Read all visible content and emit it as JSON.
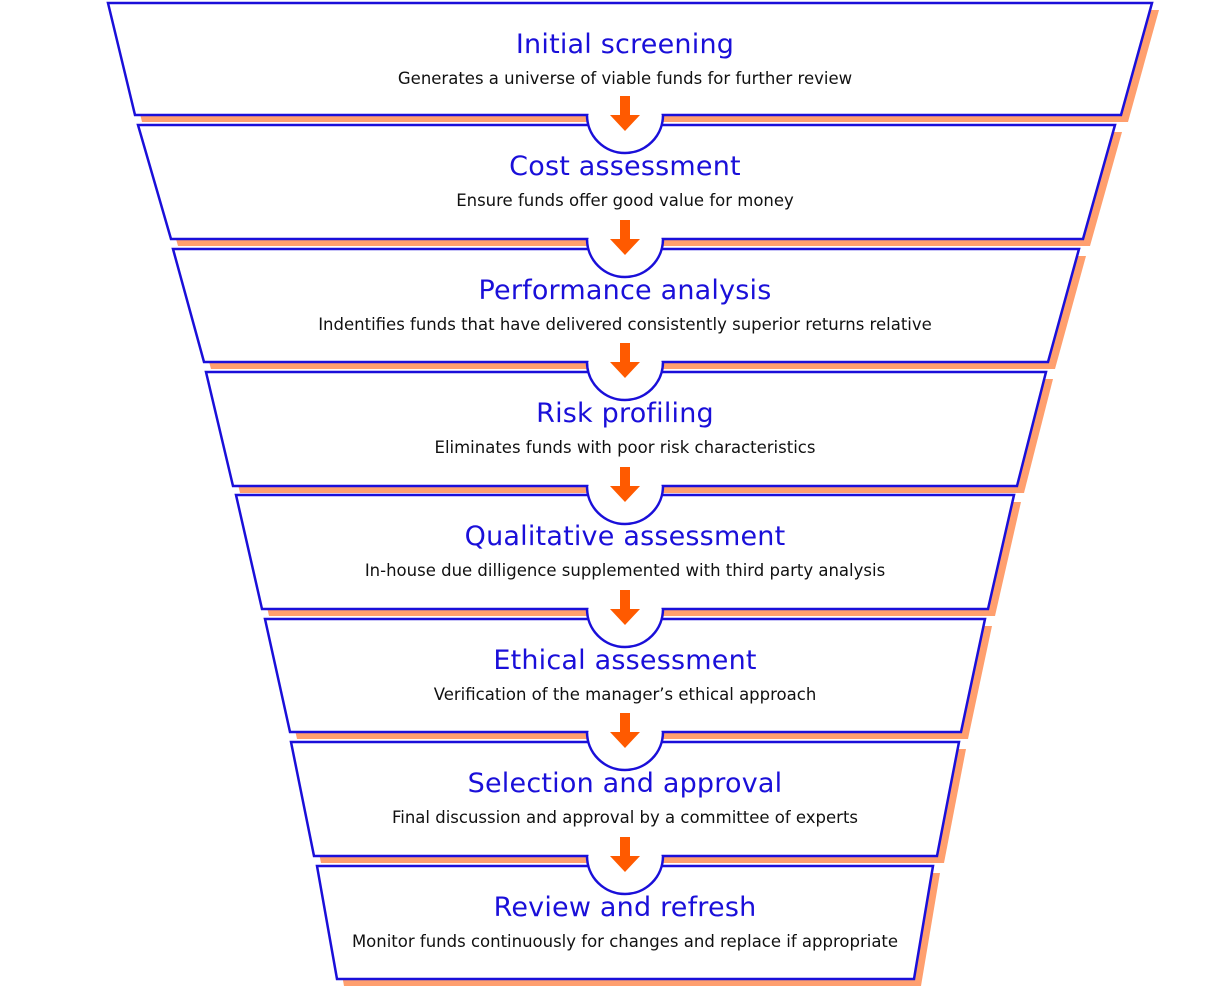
{
  "colors": {
    "outline": "#1a0fd9",
    "title_text": "#1a0fd9",
    "body_text": "#111111",
    "shadow": "#ff9f6e",
    "arrow": "#ff5a00",
    "fill": "#ffffff"
  },
  "stages": [
    {
      "title": "Initial screening",
      "description": "Generates a universe of viable funds for further review"
    },
    {
      "title": "Cost assessment",
      "description": "Ensure funds offer good value for money"
    },
    {
      "title": "Performance analysis",
      "description": "Indentifies funds that have delivered consistently superior returns relative"
    },
    {
      "title": "Risk profiling",
      "description": "Eliminates funds with poor risk characteristics"
    },
    {
      "title": "Qualitative assessment",
      "description": "In-house due dilligence supplemented with third party analysis"
    },
    {
      "title": "Ethical assessment",
      "description": "Verification of the manager’s ethical approach"
    },
    {
      "title": "Selection and approval",
      "description": "Final discussion and approval by a committee of experts"
    },
    {
      "title": "Review and refresh",
      "description": "Monitor funds continuously for changes and replace if appropriate"
    }
  ],
  "connector_icon": "down-arrow-icon"
}
